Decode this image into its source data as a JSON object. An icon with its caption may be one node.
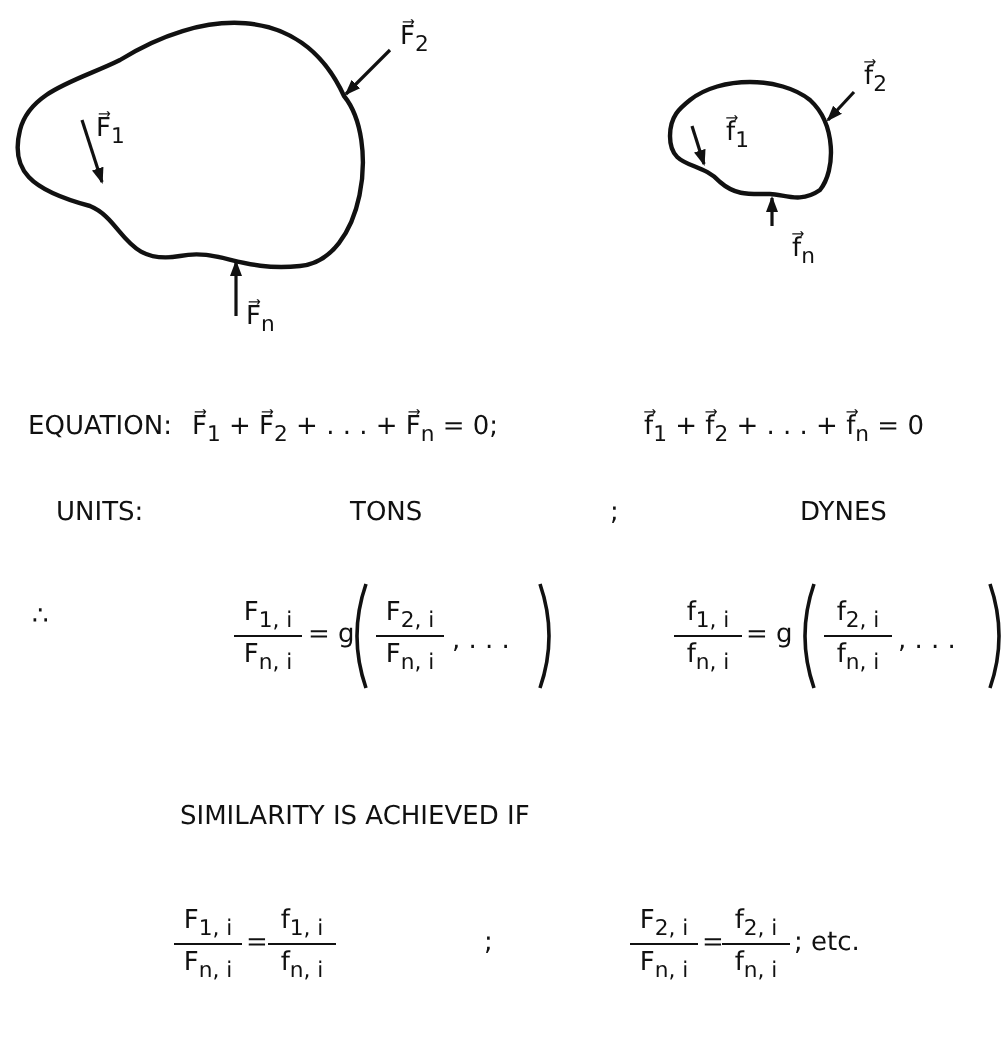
{
  "diagram": {
    "nodes": [
      {
        "text": [],
        "shape": "blob"
      },
      {
        "text": [],
        "shape": "blob"
      }
    ],
    "labels": [
      "F⃗$_{2}$",
      "F⃗$_{1}$",
      "F⃗$_{n}$",
      "f⃗$_{2}$",
      "f⃗$_{1}$",
      "f⃗$_{n}$",
      "EQUATION:",
      "F⃗$_{1}$ + F⃗$_{2}$ + . . . + F⃗$_{n}$ = 0;",
      "f⃗$_{1}$ + f⃗$_{2}$ + . . . + f⃗$_{n}$ = 0",
      "UNITS:",
      "TONS",
      ";",
      "DYNES",
      "∴",
      "F$_{1, i}$",
      "F$_{n, i}$",
      "= g",
      "F$_{2, i}$",
      "F$_{n, i}$",
      ", . . .",
      "f$_{1, i}$",
      "f$_{n, i}$",
      "= g",
      "f$_{2, i}$",
      "f$_{n, i}$",
      ", . . .",
      "SIMILARITY IS ACHIEVED IF",
      "F$_{1, i}$",
      "F$_{n, i}$",
      "=",
      "f$_{1, i}$",
      "f$_{n, i}$",
      ";",
      "F$_{2, i}$",
      "F$_{n, i}$",
      "=",
      "f$_{2, i}$",
      "f$_{n, i}$",
      "; etc."
    ]
  }
}
